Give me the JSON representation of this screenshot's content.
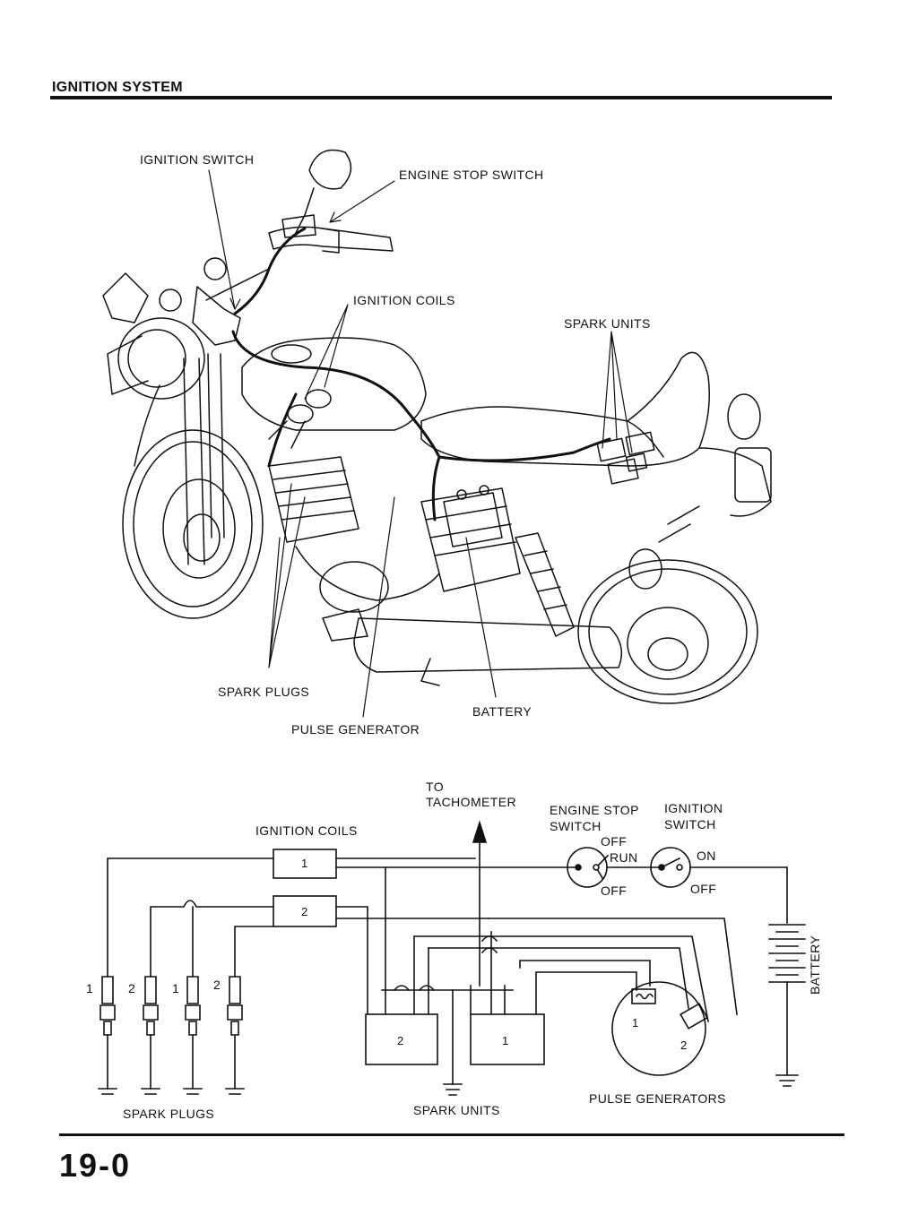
{
  "header": {
    "title": "IGNITION SYSTEM"
  },
  "illustration": {
    "labels": {
      "ignition_switch": "IGNITION SWITCH",
      "engine_stop_switch": "ENGINE STOP SWITCH",
      "ignition_coils": "IGNITION COILS",
      "spark_units": "SPARK UNITS",
      "spark_plugs": "SPARK PLUGS",
      "battery": "BATTERY",
      "pulse_generator": "PULSE GENERATOR"
    }
  },
  "schematic": {
    "to_tachometer_1": "TO",
    "to_tachometer_2": "TACHOMETER",
    "engine_stop_1": "ENGINE STOP",
    "engine_stop_2": "SWITCH",
    "ignition_switch_1": "IGNITION",
    "ignition_switch_2": "SWITCH",
    "ignition_coils": "IGNITION COILS",
    "coil_1": "1",
    "coil_2": "2",
    "stop_off_top": "OFF",
    "stop_run": "RUN",
    "stop_off_bottom": "OFF",
    "ign_on": "ON",
    "ign_off": "OFF",
    "battery": "BATTERY",
    "plug_labels": [
      "1",
      "2",
      "1",
      "2"
    ],
    "spark_plugs": "SPARK PLUGS",
    "spark_unit_2": "2",
    "spark_unit_1": "1",
    "spark_units": "SPARK UNITS",
    "pulse_gen_1": "1",
    "pulse_gen_2": "2",
    "pulse_generators": "PULSE GENERATORS"
  },
  "footer": {
    "page_number": "19-0"
  }
}
